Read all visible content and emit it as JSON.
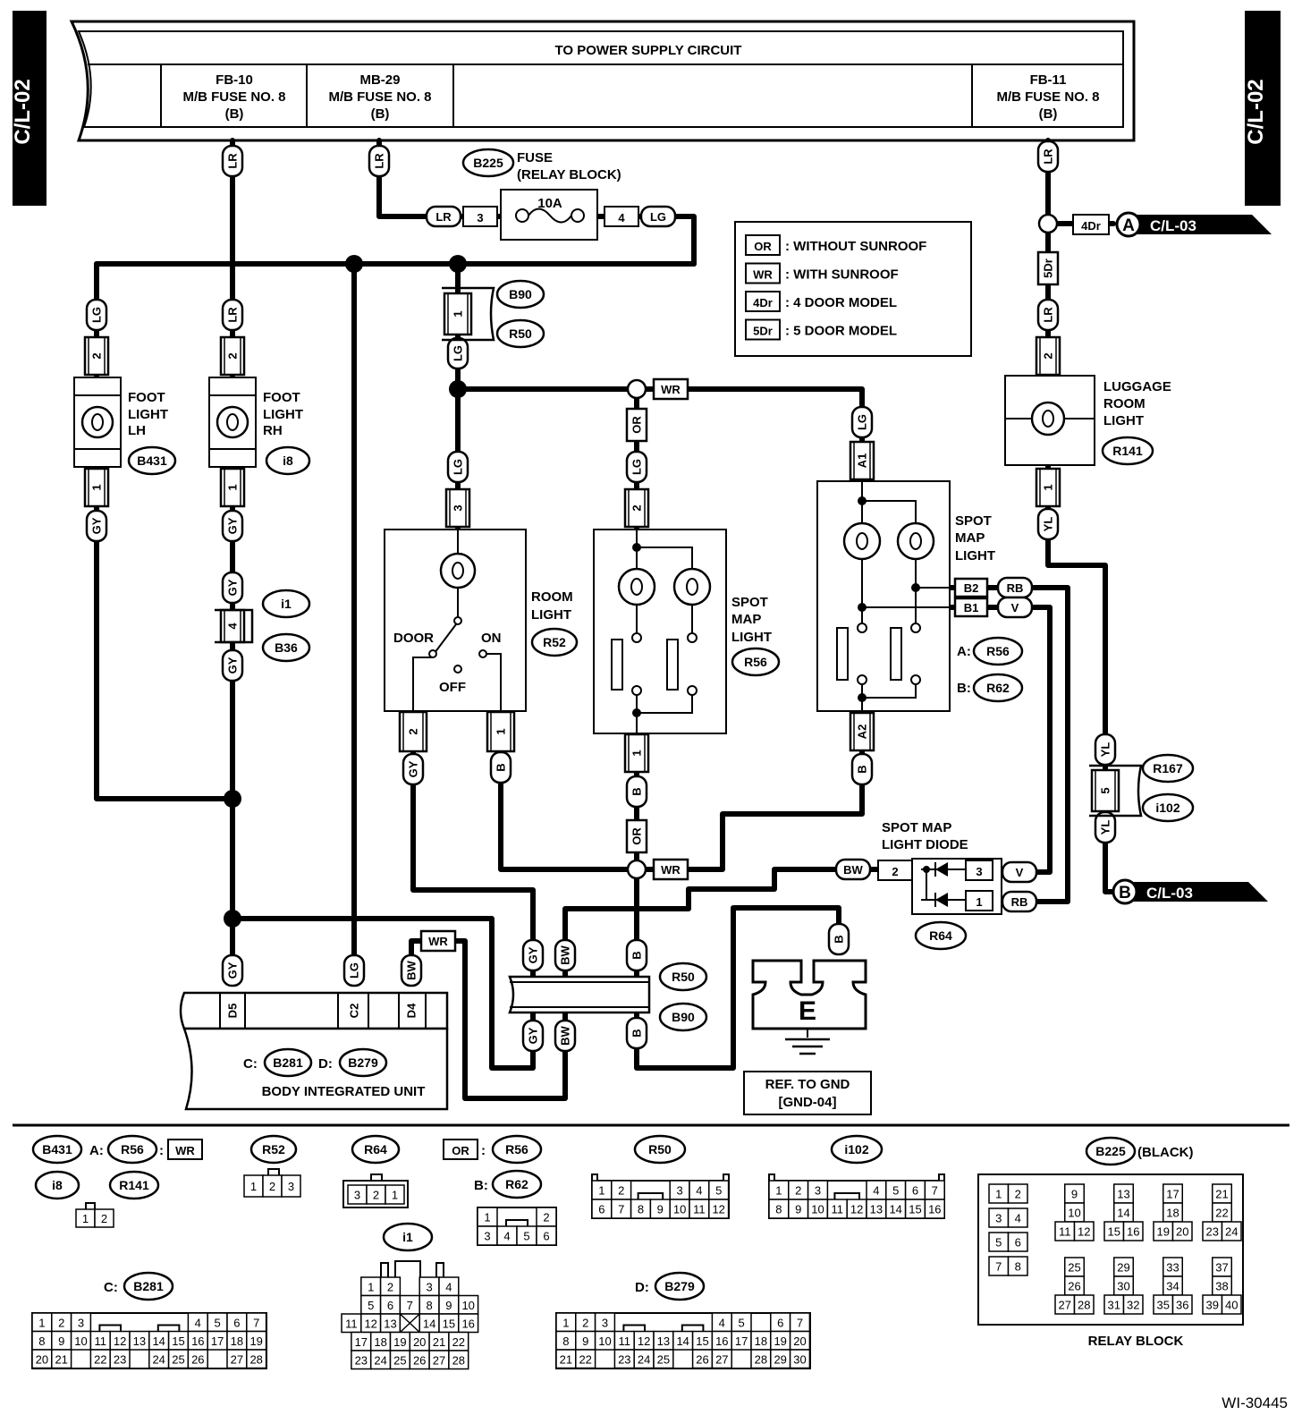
{
  "side_tabs": {
    "left": "C/L-02",
    "right": "C/L-02"
  },
  "power": {
    "title": "TO POWER SUPPLY CIRCUIT",
    "fb10": [
      "FB-10",
      "M/B FUSE NO. 8",
      "(B)"
    ],
    "mb29": [
      "MB-29",
      "M/B FUSE NO. 8",
      "(B)"
    ],
    "fb11": [
      "FB-11",
      "M/B FUSE NO. 8",
      "(B)"
    ]
  },
  "fuse": {
    "id": "B225",
    "label1": "FUSE",
    "label2": "(RELAY BLOCK)",
    "rating": "10A",
    "pin_in": "3",
    "pin_out": "4"
  },
  "legend": [
    {
      "code": "OR",
      "text": ": WITHOUT SUNROOF"
    },
    {
      "code": "WR",
      "text": ": WITH SUNROOF"
    },
    {
      "code": "4Dr",
      "text": ": 4 DOOR MODEL"
    },
    {
      "code": "5Dr",
      "text": ": 5 DOOR MODEL"
    }
  ],
  "wires": {
    "LR": "LR",
    "LG": "LG",
    "GY": "GY",
    "B": "B",
    "BW": "BW",
    "V": "V",
    "RB": "RB",
    "YL": "YL",
    "WR": "WR",
    "OR": "OR",
    "D4": "4Dr",
    "D5": "5Dr"
  },
  "pins": {
    "p1": "1",
    "p2": "2",
    "p3": "3",
    "p4": "4",
    "p5": "5",
    "p7": "7",
    "A1": "A1",
    "A2": "A2",
    "B1": "B1",
    "B2": "B2",
    "D5": "D5",
    "C2": "C2",
    "D4": "D4"
  },
  "components": {
    "foot_lh": {
      "label": [
        "FOOT",
        "LIGHT",
        "LH"
      ],
      "id": "B431"
    },
    "foot_rh": {
      "label": [
        "FOOT",
        "LIGHT",
        "RH"
      ],
      "id": "i8"
    },
    "room": {
      "label": [
        "ROOM",
        "LIGHT"
      ],
      "id": "R52",
      "door": "DOOR",
      "on": "ON",
      "off": "OFF"
    },
    "spot_mid": {
      "label": [
        "SPOT",
        "MAP",
        "LIGHT"
      ],
      "id": "R56"
    },
    "spot_right": {
      "label": [
        "SPOT",
        "MAP",
        "LIGHT"
      ],
      "a_prefix": "A:",
      "a_id": "R56",
      "b_prefix": "B:",
      "b_id": "R62"
    },
    "luggage": {
      "label": [
        "LUGGAGE",
        "ROOM",
        "LIGHT"
      ],
      "id": "R141"
    },
    "diode": {
      "label": [
        "SPOT MAP",
        "LIGHT DIODE"
      ],
      "id": "R64"
    },
    "body": {
      "label": "BODY INTEGRATED UNIT",
      "c_prefix": "C:",
      "c_id": "B281",
      "d_prefix": "D:",
      "d_id": "B279"
    },
    "ground": {
      "label": "E",
      "ref1": "REF. TO GND",
      "ref2": "[GND-04]"
    }
  },
  "connectors": {
    "B90": "B90",
    "R50": "R50",
    "i1": "i1",
    "B36": "B36",
    "R167": "R167",
    "i102": "i102"
  },
  "refs": {
    "A": "A",
    "B": "B",
    "target": "C/L-03"
  },
  "footer": {
    "g1": {
      "ids": [
        "B431",
        "i8",
        "R141"
      ],
      "a_prefix": "A:",
      "a_id": "R56",
      "colon": ":",
      "code": "WR",
      "pins": [
        "1",
        "2"
      ]
    },
    "r52": {
      "id": "R52",
      "pins": [
        "1",
        "2",
        "3"
      ]
    },
    "r64": {
      "id": "R64",
      "pins": [
        "3",
        "2",
        "1"
      ]
    },
    "or_group": {
      "code": "OR",
      "colon": ":",
      "id": "R56",
      "b_prefix": "B:",
      "b_id": "R62",
      "rows": [
        [
          "1",
          "2"
        ],
        [
          "3",
          "4",
          "5",
          "6"
        ]
      ]
    },
    "r50": {
      "id": "R50",
      "rows": [
        [
          "1",
          "2",
          "3",
          "4",
          "5"
        ],
        [
          "6",
          "7",
          "8",
          "9",
          "10",
          "11",
          "12"
        ]
      ]
    },
    "i102": {
      "id": "i102",
      "rows": [
        [
          "1",
          "2",
          "3",
          "4",
          "5",
          "6",
          "7"
        ],
        [
          "8",
          "9",
          "10",
          "11",
          "12",
          "13",
          "14",
          "15",
          "16"
        ]
      ]
    },
    "i1": {
      "id": "i1",
      "rows": [
        [
          "1",
          "2",
          "3",
          "4"
        ],
        [
          "5",
          "6",
          "7",
          "8",
          "9",
          "10"
        ],
        [
          "11",
          "12",
          "13",
          "14",
          "15",
          "16"
        ],
        [
          "17",
          "18",
          "19",
          "20",
          "21",
          "22"
        ],
        [
          "23",
          "24",
          "25",
          "26",
          "27",
          "28"
        ]
      ]
    },
    "b281": {
      "prefix": "C:",
      "id": "B281",
      "rows": [
        [
          "1",
          "2",
          "3",
          "4",
          "5",
          "6",
          "7"
        ],
        [
          "8",
          "9",
          "10",
          "11",
          "12",
          "13",
          "14",
          "15",
          "16",
          "17",
          "18",
          "19"
        ],
        [
          "20",
          "21",
          "22",
          "23",
          "24",
          "25",
          "26",
          "27",
          "28"
        ]
      ]
    },
    "b279": {
      "prefix": "D:",
      "id": "B279",
      "rows": [
        [
          "1",
          "2",
          "3",
          "4",
          "5",
          "6",
          "7"
        ],
        [
          "8",
          "9",
          "10",
          "11",
          "12",
          "13",
          "14",
          "15",
          "16",
          "17",
          "18",
          "19",
          "20"
        ],
        [
          "21",
          "22",
          "23",
          "24",
          "25",
          "26",
          "27",
          "28",
          "29",
          "30"
        ]
      ]
    },
    "b225": {
      "id": "B225",
      "suffix": "(BLACK)",
      "label": "RELAY BLOCK",
      "cells": [
        "1",
        "2",
        "3",
        "4",
        "5",
        "6",
        "7",
        "8",
        "9",
        "10",
        "11",
        "12",
        "13",
        "14",
        "15",
        "16",
        "17",
        "18",
        "19",
        "20",
        "21",
        "22",
        "23",
        "24",
        "25",
        "26",
        "27",
        "28",
        "29",
        "30",
        "31",
        "32",
        "33",
        "34",
        "35",
        "36",
        "37",
        "38",
        "39",
        "40"
      ]
    }
  },
  "code": "WI-30445"
}
